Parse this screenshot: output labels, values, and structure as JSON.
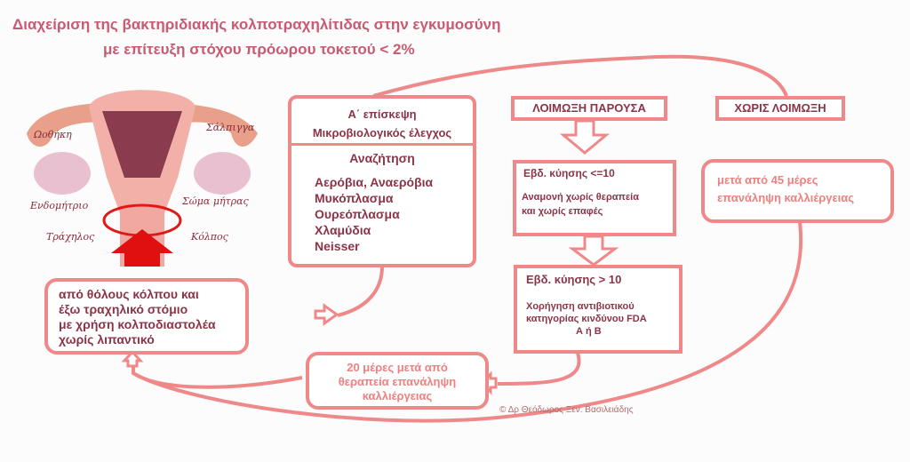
{
  "title": {
    "line1": "Διαχείριση της βακτηριδιακής κολποτραχηλίτιδας στην εγκυμοσύνη",
    "line2": "με επίτευξη στόχου πρόωρου τοκετού < 2%"
  },
  "anatomy": {
    "ovary": "Ωοθήκη",
    "tube": "Σάλπιγγα",
    "endometrium": "Ενδομήτριο",
    "uterus_body": "Σώμα μήτρας",
    "cervix": "Τράχηλος",
    "vagina": "Κόλπος"
  },
  "sampling": {
    "lines": [
      "από θόλους κόλπου και",
      "έξω τραχηλικό στόμιο",
      "με χρήση κολποδιαστολέα",
      "χωρίς λιπαντικό"
    ]
  },
  "first_visit": {
    "heading1": "Α΄ επίσκεψη",
    "heading2": "Μικροβιολογικός έλεγχος",
    "search": "Αναζήτηση",
    "items": [
      "Αερόβια, Αναερόβια",
      "Μυκόπλασμα",
      "Ουρεόπλασμα",
      "Χλαμύδια",
      "Neisser"
    ]
  },
  "infection_present": "ΛΟΙΜΩΞΗ ΠΑΡΟΥΣΑ",
  "no_infection": "ΧΩΡΙΣ ΛΟΙΜΩΞΗ",
  "early": {
    "heading": "Εβδ. κύησης <=10",
    "lines": [
      "Αναμονή χωρίς θεραπεία",
      "και χωρίς επαφές"
    ]
  },
  "late": {
    "heading": "Εβδ. κύησης > 10",
    "lines": [
      "Χορήγηση αντιβιοτικού",
      "κατηγορίας  κινδύνου FDA",
      "Α ή Β"
    ]
  },
  "after45": {
    "lines": [
      "μετά από 45 μέρες",
      "επανάληψη καλλιέργειας"
    ]
  },
  "after20": {
    "lines": [
      "20 μέρες μετά από",
      "θεραπεία επανάληψη",
      "καλλιέργειας"
    ]
  },
  "copyright": "© Δρ Θεόδωρος Ξεν. Βασιλειάδης"
}
